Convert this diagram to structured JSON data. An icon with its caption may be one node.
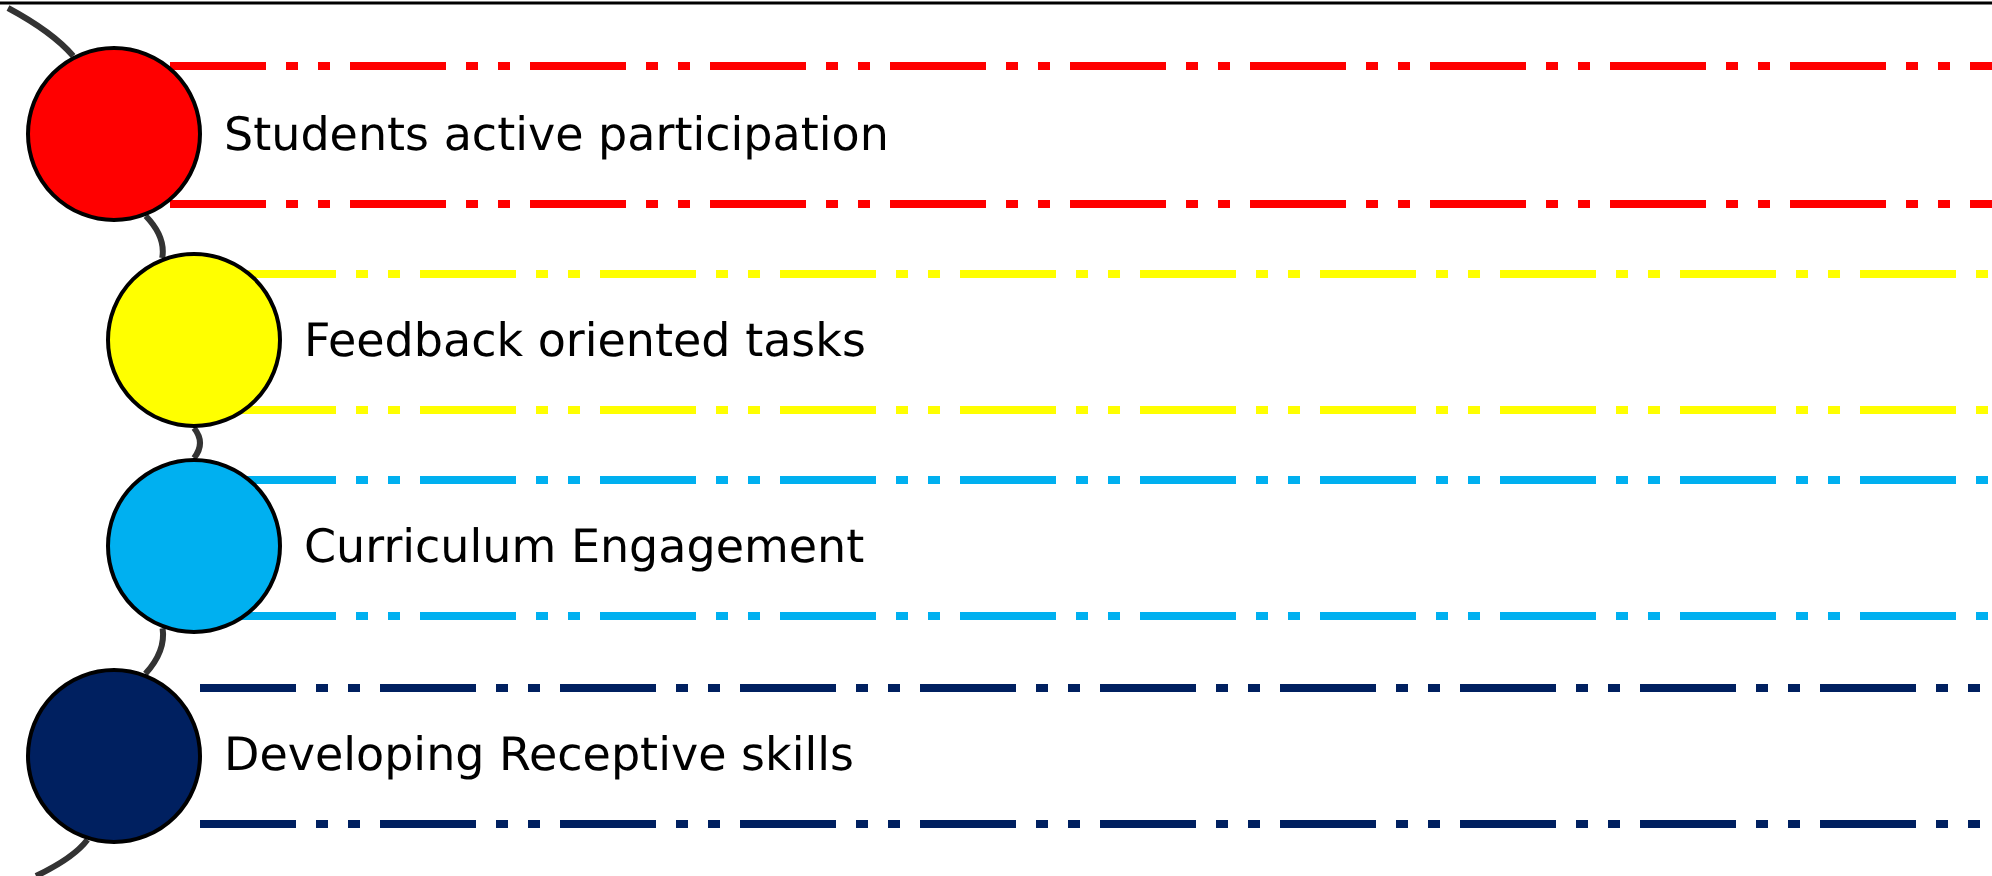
{
  "diagram": {
    "nodes": [
      {
        "text": [
          "Students active participation"
        ]
      },
      {
        "text": [
          "Feedback oriented tasks"
        ]
      },
      {
        "text": [
          "Curriculum Engagement"
        ]
      },
      {
        "text": [
          "Developing Receptive skills"
        ]
      },
      {
        "text": [],
        "shape": "circle"
      },
      {
        "text": [],
        "shape": "circle"
      },
      {
        "text": [],
        "shape": "circle"
      },
      {
        "text": [],
        "shape": "circle"
      }
    ],
    "edges": [
      {
        "from": null,
        "to": 4,
        "arrow": "none"
      },
      {
        "from": 4,
        "to": 5,
        "arrow": "none"
      },
      {
        "from": 5,
        "to": 6,
        "arrow": "none"
      },
      {
        "from": 6,
        "to": 7,
        "arrow": "none"
      },
      {
        "from": 7,
        "to": null,
        "arrow": "none"
      }
    ]
  }
}
